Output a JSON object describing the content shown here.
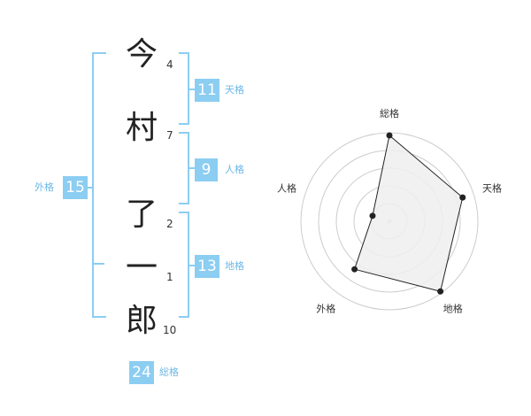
{
  "name_chars": [
    {
      "char": "今",
      "strokes": "4"
    },
    {
      "char": "村",
      "strokes": "7"
    },
    {
      "char": "了",
      "strokes": "2"
    },
    {
      "char": "一",
      "strokes": "1"
    },
    {
      "char": "郎",
      "strokes": "10"
    }
  ],
  "fortunes": {
    "tenkaku": {
      "label": "天格",
      "value": "11"
    },
    "jinkaku": {
      "label": "人格",
      "value": "9"
    },
    "chikaku": {
      "label": "地格",
      "value": "13"
    },
    "gaikaku": {
      "label": "外格",
      "value": "15"
    },
    "soukaku": {
      "label": "総格",
      "value": "24"
    }
  },
  "colors": {
    "accent": "#8ccdf2",
    "bracket": "#8ccdf2",
    "grid": "#cccccc",
    "fill": "#eeeeee",
    "line": "#222222"
  },
  "chart_data": {
    "type": "radar",
    "axes": [
      "総格",
      "天格",
      "地格",
      "外格",
      "人格"
    ],
    "values": [
      0.97,
      0.87,
      0.98,
      0.67,
      0.2
    ],
    "rings": 5
  }
}
